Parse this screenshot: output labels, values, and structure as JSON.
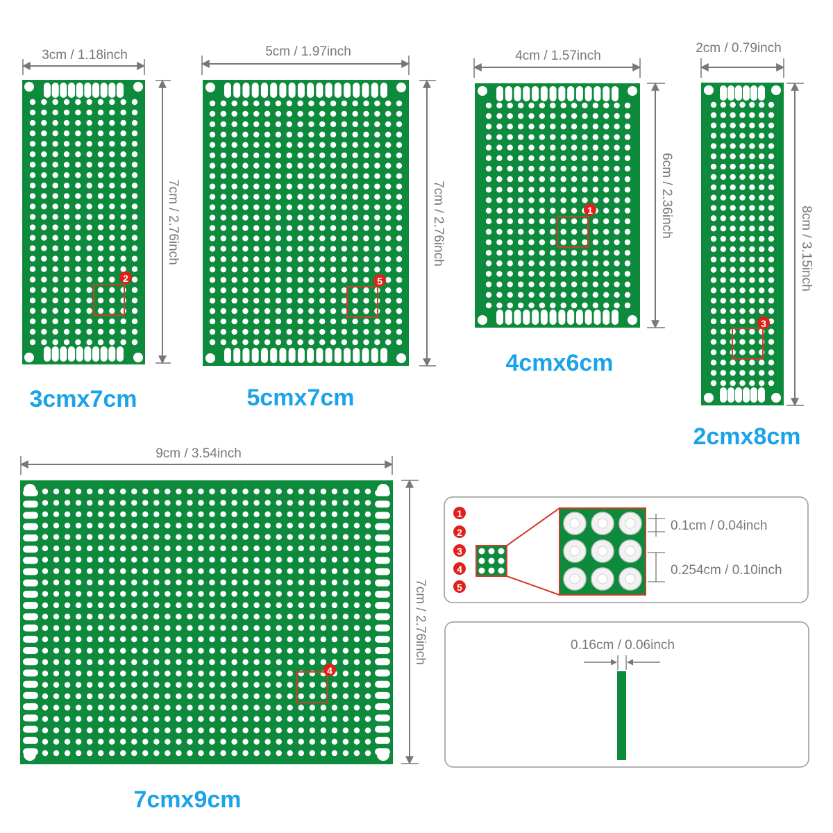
{
  "boards": [
    {
      "id": "b1",
      "width_label": "3cm / 1.18inch",
      "height_label": "7cm / 2.76inch",
      "name": "3cmx7cm",
      "marker": "2"
    },
    {
      "id": "b2",
      "width_label": "5cm / 1.97inch",
      "height_label": "7cm / 2.76inch",
      "name": "5cmx7cm",
      "marker": "5"
    },
    {
      "id": "b3",
      "width_label": "4cm / 1.57inch",
      "height_label": "6cm / 2.36inch",
      "name": "4cmx6cm",
      "marker": "1"
    },
    {
      "id": "b4",
      "width_label": "2cm / 0.79inch",
      "height_label": "8cm / 3.15inch",
      "name": "2cmx8cm",
      "marker": "3"
    },
    {
      "id": "b5",
      "width_label": "9cm / 3.54inch",
      "height_label": "7cm / 2.76inch",
      "name": "7cmx9cm",
      "marker": "4"
    }
  ],
  "detail": {
    "markers": [
      "1",
      "2",
      "3",
      "4",
      "5"
    ],
    "hole_label": "0.1cm / 0.04inch",
    "pitch_label": "0.254cm / 0.10inch"
  },
  "thickness": {
    "label": "0.16cm / 0.06inch"
  },
  "colors": {
    "board": "#0e8a3c",
    "board_dark": "#0a6e2f",
    "hole": "#ffffff",
    "label": "#1aa3e8",
    "dim": "#777777",
    "marker": "#e0201a"
  }
}
